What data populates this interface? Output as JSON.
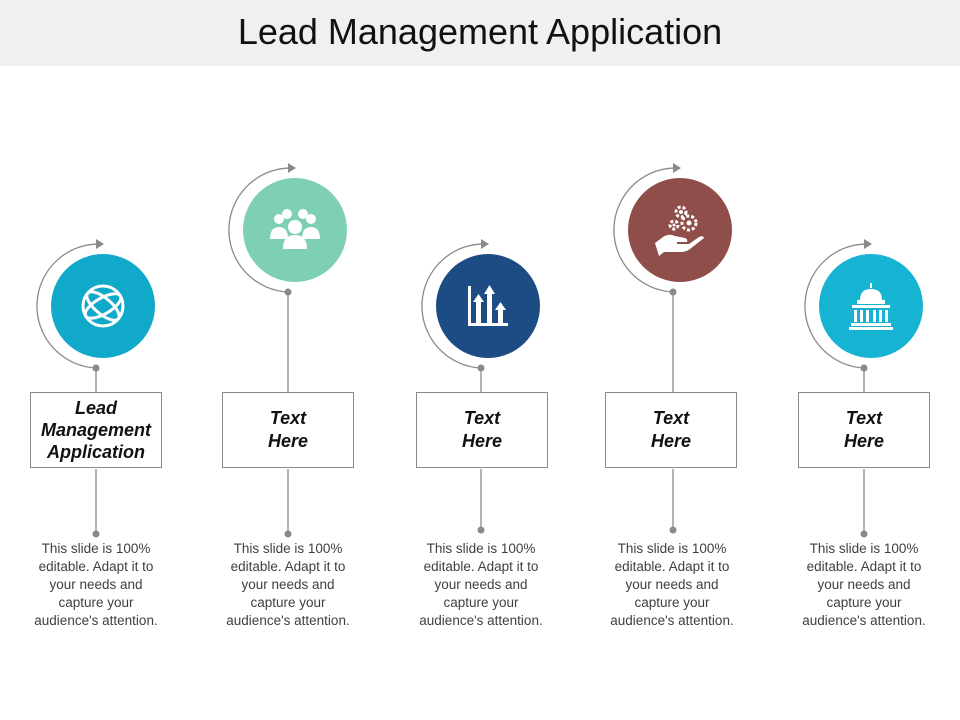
{
  "title": "Lead Management Application",
  "colors": {
    "header_bg": "#f0f0f0",
    "connector": "#8a8a8a",
    "teal": "#10a9c9",
    "mint": "#7fcfb4",
    "navy": "#1d4b84",
    "maroon": "#904e4b",
    "cyan": "#16b3d3"
  },
  "items": [
    {
      "label": "Lead\nManagement\nApplication",
      "description": "This slide is 100%\neditable. Adapt it to\nyour needs and\ncapture your\naudience's attention.",
      "icon": "globe-icon",
      "color": "#10a9c9"
    },
    {
      "label": "Text\nHere",
      "description": "This slide is 100%\neditable. Adapt it to\nyour needs and\ncapture your\naudience's attention.",
      "icon": "people-group-icon",
      "color": "#7fcfb4"
    },
    {
      "label": "Text\nHere",
      "description": "This slide is 100%\neditable. Adapt it to\nyour needs and\ncapture your\naudience's attention.",
      "icon": "bar-chart-arrows-icon",
      "color": "#1d4b84"
    },
    {
      "label": "Text\nHere",
      "description": "This slide is 100%\neditable. Adapt it to\nyour needs and\ncapture your\naudience's attention.",
      "icon": "gears-in-hand-icon",
      "color": "#904e4b"
    },
    {
      "label": "Text\nHere",
      "description": "This slide is 100%\neditable. Adapt it to\nyour needs and\ncapture your\naudience's attention.",
      "icon": "capitol-building-icon",
      "color": "#16b3d3"
    }
  ]
}
